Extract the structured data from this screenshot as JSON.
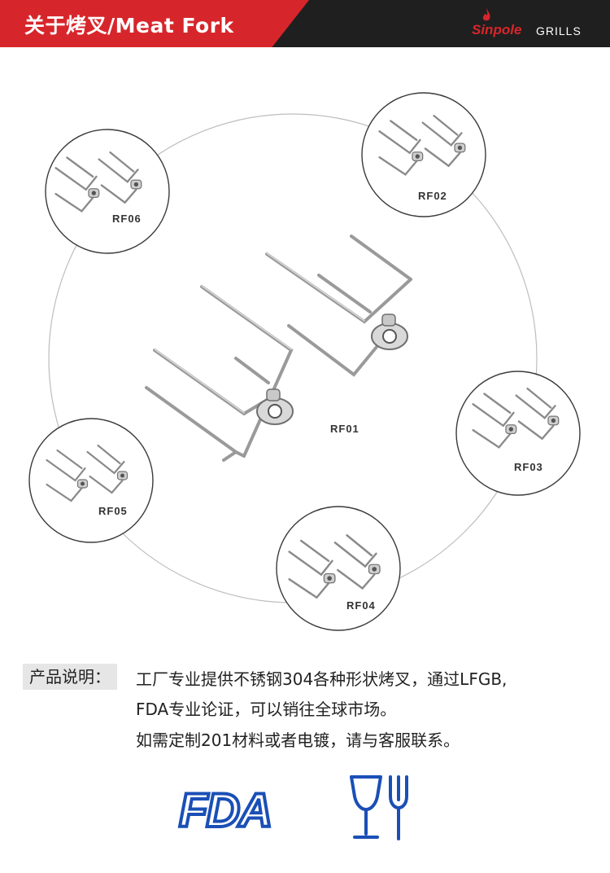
{
  "header": {
    "title": "关于烤叉/Meat Fork",
    "logo_brand": "Sinpole",
    "logo_grills": "GRILLS"
  },
  "forks": {
    "center": "RF01",
    "items": [
      "RF02",
      "RF03",
      "RF04",
      "RF05",
      "RF06"
    ]
  },
  "description": {
    "label": "产品说明：",
    "lines": [
      "工厂专业提供不锈钢304各种形状烤叉，通过LFGB,",
      "FDA专业论证，可以销往全球市场。",
      "如需定制201材料或者电镀，请与客服联系。"
    ]
  },
  "certifications": {
    "fda_mark": "FDA",
    "food_safe_icon": "food-safe-glass-fork-icon"
  },
  "colors": {
    "header_red": "#d7262b",
    "header_dark": "#1f1f1f",
    "cert_blue": "#1a4fb6"
  }
}
